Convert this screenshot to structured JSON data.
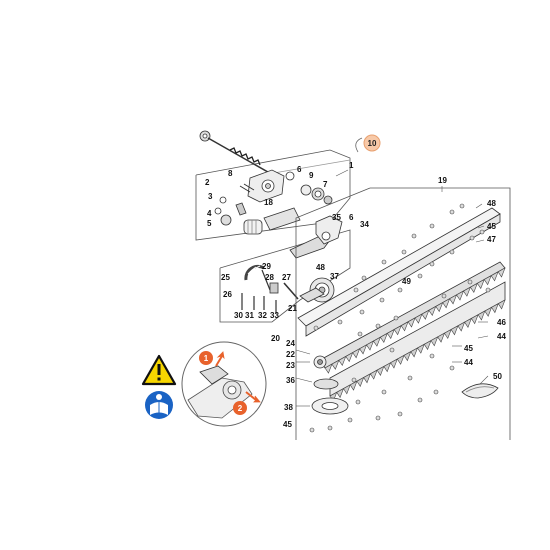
{
  "diagram": {
    "highlight": {
      "label": "10",
      "color": "#f0a070"
    },
    "warning_icon": "warning-triangle-icon",
    "manual_icon": "read-manual-icon",
    "step_badges": [
      "1",
      "2"
    ],
    "step_color": "#e8622c",
    "labels": [
      {
        "id": "l1",
        "text": "1"
      },
      {
        "id": "l19",
        "text": "19"
      },
      {
        "id": "l2",
        "text": "2"
      },
      {
        "id": "l3",
        "text": "3"
      },
      {
        "id": "l4",
        "text": "4"
      },
      {
        "id": "l5",
        "text": "5"
      },
      {
        "id": "l6a",
        "text": "6"
      },
      {
        "id": "l7",
        "text": "7"
      },
      {
        "id": "l8",
        "text": "8"
      },
      {
        "id": "l9",
        "text": "9"
      },
      {
        "id": "l18",
        "text": "18"
      },
      {
        "id": "l35",
        "text": "35"
      },
      {
        "id": "l6b",
        "text": "6"
      },
      {
        "id": "l34",
        "text": "34"
      },
      {
        "id": "l48a",
        "text": "48"
      },
      {
        "id": "l45a",
        "text": "45"
      },
      {
        "id": "l47",
        "text": "47"
      },
      {
        "id": "l29",
        "text": "29"
      },
      {
        "id": "l28",
        "text": "28"
      },
      {
        "id": "l25",
        "text": "25"
      },
      {
        "id": "l27",
        "text": "27"
      },
      {
        "id": "l26",
        "text": "26"
      },
      {
        "id": "l48b",
        "text": "48"
      },
      {
        "id": "l37",
        "text": "37"
      },
      {
        "id": "l49",
        "text": "49"
      },
      {
        "id": "l21",
        "text": "21"
      },
      {
        "id": "l30",
        "text": "30"
      },
      {
        "id": "l31",
        "text": "31"
      },
      {
        "id": "l32",
        "text": "32"
      },
      {
        "id": "l33",
        "text": "33"
      },
      {
        "id": "l20",
        "text": "20"
      },
      {
        "id": "l46",
        "text": "46"
      },
      {
        "id": "l44a",
        "text": "44"
      },
      {
        "id": "l24",
        "text": "24"
      },
      {
        "id": "l22",
        "text": "22"
      },
      {
        "id": "l23",
        "text": "23"
      },
      {
        "id": "l45b",
        "text": "45"
      },
      {
        "id": "l44b",
        "text": "44"
      },
      {
        "id": "l36",
        "text": "36"
      },
      {
        "id": "l50",
        "text": "50"
      },
      {
        "id": "l38",
        "text": "38"
      },
      {
        "id": "l45c",
        "text": "45"
      }
    ]
  }
}
